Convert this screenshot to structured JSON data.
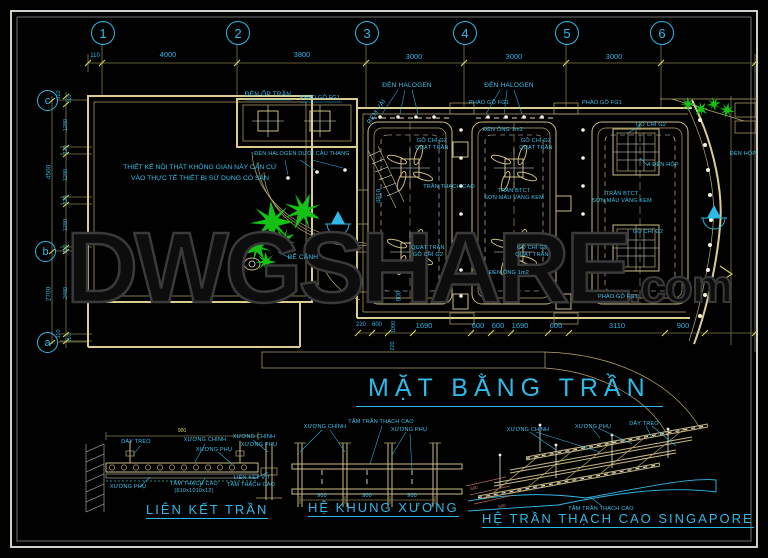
{
  "sheet": {
    "watermark": "DWGSHARE",
    "watermark_suffix": ".com",
    "title": "MẶT BẰNG TRẦN"
  },
  "grid": {
    "columns": [
      "1",
      "2",
      "3",
      "4",
      "5",
      "6"
    ],
    "rows": [
      "c",
      "b",
      "a"
    ]
  },
  "dims": {
    "top": [
      "110",
      "4000",
      "3800",
      "3000",
      "3000",
      "3000"
    ],
    "left_outer": [
      "4500",
      "2700"
    ],
    "left_inner": [
      "110",
      "110",
      "1280",
      "220",
      "1280",
      "220",
      "1280",
      "110",
      "2480",
      "110",
      "110"
    ],
    "bottom": [
      "220",
      "600",
      "1090",
      "1690",
      "600",
      "600",
      "1690",
      "600",
      "3110",
      "900"
    ],
    "inner_vertical": [
      "4810",
      "900",
      "220"
    ]
  },
  "plan": {
    "note": [
      "THIẾT KẾ NỘI THẤT KHÔNG GIAN NÀY CĂN CỨ",
      "VÀO THỰC TẾ THIẾT BỊ SỬ DỤNG CÓ SẴN"
    ],
    "labels": {
      "den_op_tran": "ĐÈN ỐP TRẦN",
      "phao_go_fg1": "PHÀO GỖ FG1",
      "den_halogen_duoi_cau_thang": "ĐÈN HALOGEN DƯỚI CẦU THANG",
      "den_halogen": "ĐÈN HALOGEN",
      "rem_vai": "RÈM VẢI",
      "go_chi_g2": "GỖ CHỈ G2",
      "quat_tran": "QUẠT TRẦN",
      "den_ong_1m2": "ĐÈN ỐNG 1m2",
      "tran_thach_cao": "TRẦN THẠCH CAO",
      "tran_btct": "TRẦN BTCT",
      "son_mau_vang_kem": "SƠN MÀU VÀNG KEM",
      "bon_den_hop": "4 ĐÈN HỘP",
      "den_hop": "ĐÈN HỘP",
      "be_canh": "BỂ CẢNH"
    }
  },
  "details": {
    "d1": {
      "title": "LIÊN KẾT TRẦN",
      "labels": {
        "day_treo": "DÂY TREO",
        "xuong_chinh": "XƯƠNG CHÍNH",
        "xuong_phu": "XƯƠNG PHỤ",
        "tam_thach_cao": "TẤM THẠCH CAO",
        "tam_size": "(610x1010x12)",
        "lien_ket_vit": "LIÊN KẾT VÍT"
      },
      "dims": {
        "span": "900"
      }
    },
    "d2": {
      "title": "HỆ KHUNG XƯƠNG",
      "labels": {
        "xuong_chinh": "XƯƠNG CHÍNH",
        "tam_tran_thach_cao": "TẤM TRẦN THẠCH CAO",
        "xuong_phu": "XƯƠNG PHỤ"
      },
      "dims": {
        "bay": "900"
      }
    },
    "d3": {
      "title": "HỆ TRẦN THẠCH CAO SINGAPORE",
      "labels": {
        "xuong_chinh": "XƯƠNG CHÍNH",
        "xuong_phu": "XƯƠNG PHỤ",
        "day_treo": "DÂY TREO",
        "tam_tran_thach_cao": "TẤM TRẦN THẠCH CAO"
      },
      "dims": {
        "step": "600"
      }
    }
  },
  "colors": {
    "accent_cyan": "#2fb9e8",
    "wall_tan": "#d8c98e",
    "dim_olive": "#7c7c4a",
    "plant_green": "#15c115",
    "watermark_gray": "#3a3a3a"
  }
}
